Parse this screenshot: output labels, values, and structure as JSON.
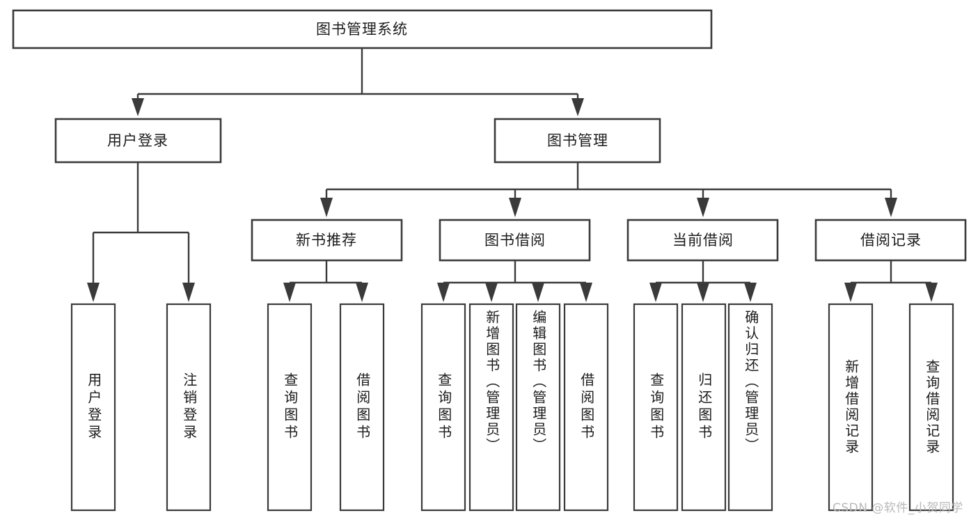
{
  "diagram": {
    "type": "tree-hierarchy",
    "title": "图书管理系统",
    "orientation": "top-down",
    "colors": {
      "box_stroke": "#3a3a3a",
      "box_fill": "#ffffff",
      "connector": "#3a3a3a",
      "text": "#1b1b1b",
      "background": "#ffffff",
      "watermark": "#b9b9b9"
    }
  },
  "root": {
    "label": "图书管理系统"
  },
  "level2": [
    {
      "id": "user-login",
      "label": "用户登录"
    },
    {
      "id": "book-management",
      "label": "图书管理"
    }
  ],
  "level3": [
    {
      "id": "new-book-recommend",
      "label": "新书推荐",
      "parent": "book-management"
    },
    {
      "id": "book-borrow",
      "label": "图书借阅",
      "parent": "book-management"
    },
    {
      "id": "current-borrow",
      "label": "当前借阅",
      "parent": "book-management"
    },
    {
      "id": "borrow-record",
      "label": "借阅记录",
      "parent": "book-management"
    }
  ],
  "leaves": {
    "user_login": [
      {
        "id": "leaf-user-login",
        "label": "用户登录"
      },
      {
        "id": "leaf-user-logout",
        "label": "注销登录"
      }
    ],
    "new_book_recommend": [
      {
        "id": "leaf-query-book-1",
        "label": "查询图书"
      },
      {
        "id": "leaf-borrow-book-1",
        "label": "借阅图书"
      }
    ],
    "book_borrow": [
      {
        "id": "leaf-query-book-2",
        "label": "查询图书"
      },
      {
        "id": "leaf-add-book",
        "label": "新增图书（管理员）"
      },
      {
        "id": "leaf-edit-book",
        "label": "编辑图书（管理员）"
      },
      {
        "id": "leaf-borrow-book-2",
        "label": "借阅图书"
      }
    ],
    "current_borrow": [
      {
        "id": "leaf-query-book-3",
        "label": "查询图书"
      },
      {
        "id": "leaf-return-book",
        "label": "归还图书"
      },
      {
        "id": "leaf-confirm-return",
        "label": "确认归还（管理员）"
      }
    ],
    "borrow_record": [
      {
        "id": "leaf-add-record",
        "label": "新增借阅记录"
      },
      {
        "id": "leaf-query-record",
        "label": "查询借阅记录"
      }
    ]
  },
  "watermark": {
    "text": "CSDN @软件_小贺同学"
  }
}
